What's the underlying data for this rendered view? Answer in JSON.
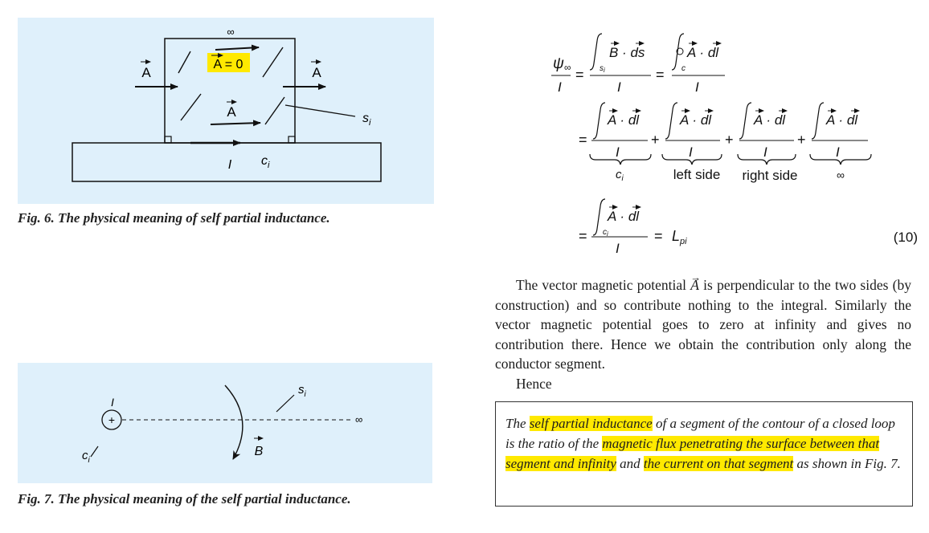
{
  "fig6": {
    "caption": "Fig. 6. The physical meaning of self partial inductance.",
    "infinity": "∞",
    "A_left": "A",
    "A_zero": "A = 0",
    "A_right": "A",
    "A_inner": "A",
    "s_label": "s",
    "s_sub": "i",
    "I_label": "I",
    "c_label": "c",
    "c_sub": "i",
    "highlight_color": "#ffe900"
  },
  "fig7": {
    "caption": "Fig. 7. The physical meaning of the self partial inductance.",
    "I_label": "I",
    "plus": "+",
    "s_label": "s",
    "s_sub": "i",
    "infinity": "∞",
    "B_label": "B",
    "c_label": "c",
    "c_sub": "i"
  },
  "equation": {
    "psi": "ψ",
    "psi_sub": "∞",
    "I": "I",
    "eq": "=",
    "plus": "+",
    "B_ds": "B · ds",
    "A_dl": "A · dl",
    "sub_s": "s",
    "sub_s_i": "i",
    "sub_c": "c",
    "sub_c_i": "c",
    "sub_c_i2": "i",
    "brace_labels": [
      "c",
      "left side",
      "right side",
      "∞"
    ],
    "brace_c_sub": "i",
    "L": "L",
    "L_sub": "pi",
    "number": "(10)"
  },
  "paragraph": {
    "p1_before": "The vector magnetic potential",
    "p1_A": "A",
    "p1_after": "is perpendicular to the two sides (by construction) and so contribute nothing to the integral. Similarly the vector magnetic potential goes to zero at infinity and gives no contribution there. Hence we obtain the contribution only along the conductor segment.",
    "p2": "Hence"
  },
  "definition": {
    "t1": "The",
    "h1": "self partial inductance",
    "t2": "of a segment of the contour of a closed loop is the ratio of the",
    "h2": "magnetic flux penetrating the surface between that segment and infinity",
    "t3": "and",
    "h3": "the current on that segment",
    "t4": "as shown in Fig. 7."
  }
}
